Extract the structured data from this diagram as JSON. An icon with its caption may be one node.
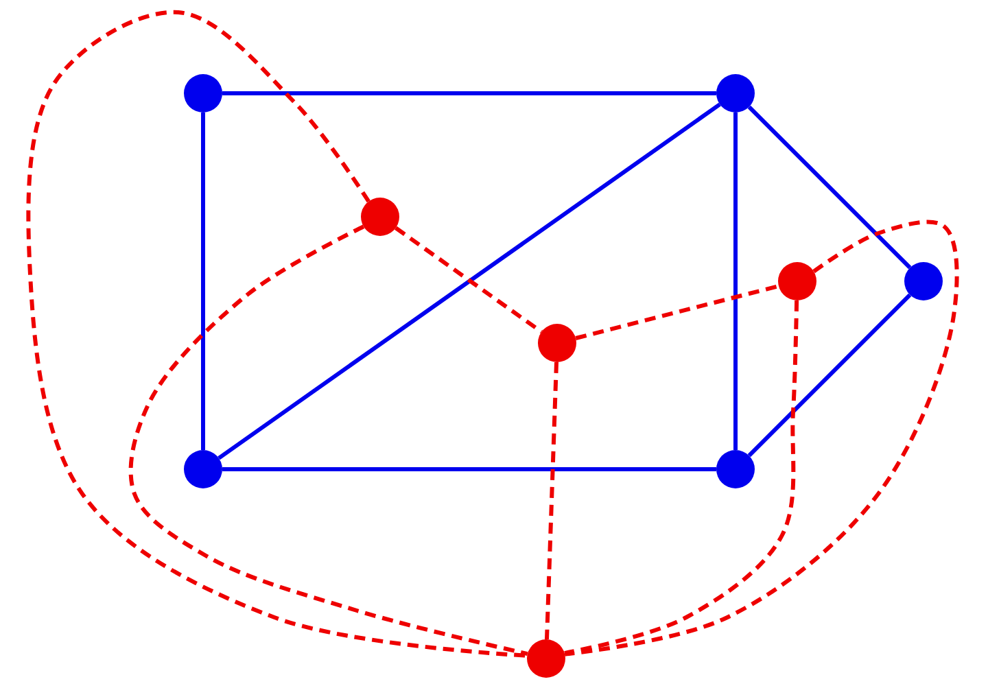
{
  "diagram": {
    "nodes": [
      {
        "text": [],
        "shape": "circle"
      },
      {
        "text": [],
        "shape": "circle"
      },
      {
        "text": [],
        "shape": "circle"
      },
      {
        "text": [],
        "shape": "circle"
      },
      {
        "text": [],
        "shape": "circle"
      },
      {
        "text": [],
        "shape": "circle"
      },
      {
        "text": [],
        "shape": "circle"
      },
      {
        "text": [],
        "shape": "circle"
      },
      {
        "text": [],
        "shape": "circle"
      }
    ],
    "edges": [
      {
        "from": 0,
        "to": 1,
        "arrow": "none",
        "color": "#0000ee"
      },
      {
        "from": 0,
        "to": 6,
        "arrow": "none",
        "color": "#0000ee"
      },
      {
        "from": 1,
        "to": 6,
        "arrow": "none",
        "color": "#0000ee"
      },
      {
        "from": 1,
        "to": 7,
        "arrow": "none",
        "color": "#0000ee"
      },
      {
        "from": 1,
        "to": 4,
        "arrow": "none",
        "color": "#0000ee"
      },
      {
        "from": 4,
        "to": 7,
        "arrow": "none",
        "color": "#0000ee"
      },
      {
        "from": 6,
        "to": 7,
        "arrow": "none",
        "color": "#0000ee"
      },
      {
        "from": 2,
        "to": 5,
        "arrow": "none",
        "style": "dashed",
        "color": "#ee0000"
      },
      {
        "from": 5,
        "to": 3,
        "arrow": "none",
        "style": "dashed",
        "color": "#ee0000"
      },
      {
        "from": 5,
        "to": 8,
        "arrow": "none",
        "style": "dashed",
        "color": "#ee0000"
      },
      {
        "from": 2,
        "to": 8,
        "arrow": "none",
        "style": "dashed",
        "color": "#ee0000"
      },
      {
        "from": 2,
        "to": 8,
        "arrow": "none",
        "style": "dashed",
        "color": "#ee0000"
      },
      {
        "from": 3,
        "to": 8,
        "arrow": "none",
        "style": "dashed",
        "color": "#ee0000"
      },
      {
        "from": 3,
        "to": 8,
        "arrow": "none",
        "style": "dashed",
        "color": "#ee0000"
      }
    ]
  }
}
